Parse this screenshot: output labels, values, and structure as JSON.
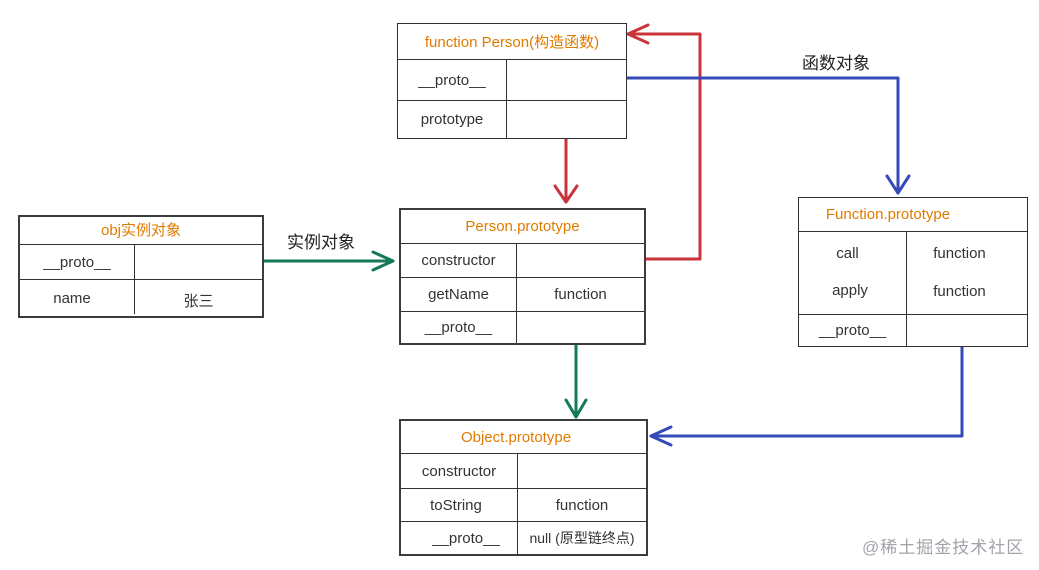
{
  "colors": {
    "title": "#e07b00",
    "arrow_red": "#c8343a",
    "arrow_blue": "#3649b8",
    "arrow_green": "#12795a",
    "border": "#333333"
  },
  "labels": {
    "func_object": "函数对象",
    "instance_object": "实例对象"
  },
  "watermark": "@稀土掘金技术社区",
  "boxes": {
    "person_ctor": {
      "title": "function Person(构造函数)",
      "rows": [
        {
          "key": "__proto__",
          "value": ""
        },
        {
          "key": "prototype",
          "value": ""
        }
      ]
    },
    "obj": {
      "title": "obj实例对象",
      "rows": [
        {
          "key": "__proto__",
          "value": ""
        },
        {
          "key": "name",
          "value": "张三"
        }
      ]
    },
    "person_proto": {
      "title": "Person.prototype",
      "rows": [
        {
          "key": "constructor",
          "value": ""
        },
        {
          "key": "getName",
          "value": "function"
        },
        {
          "key": "__proto__",
          "value": ""
        }
      ]
    },
    "function_proto": {
      "title": "Function.prototype",
      "rows": [
        {
          "key": "call",
          "value": "function"
        },
        {
          "key": "apply",
          "value": "function"
        },
        {
          "key": "__proto__",
          "value": ""
        }
      ]
    },
    "object_proto": {
      "title": "Object.prototype",
      "rows": [
        {
          "key": "constructor",
          "value": ""
        },
        {
          "key": "toString",
          "value": "function"
        },
        {
          "key": "__proto__",
          "value": "null (原型链终点)"
        }
      ]
    }
  }
}
